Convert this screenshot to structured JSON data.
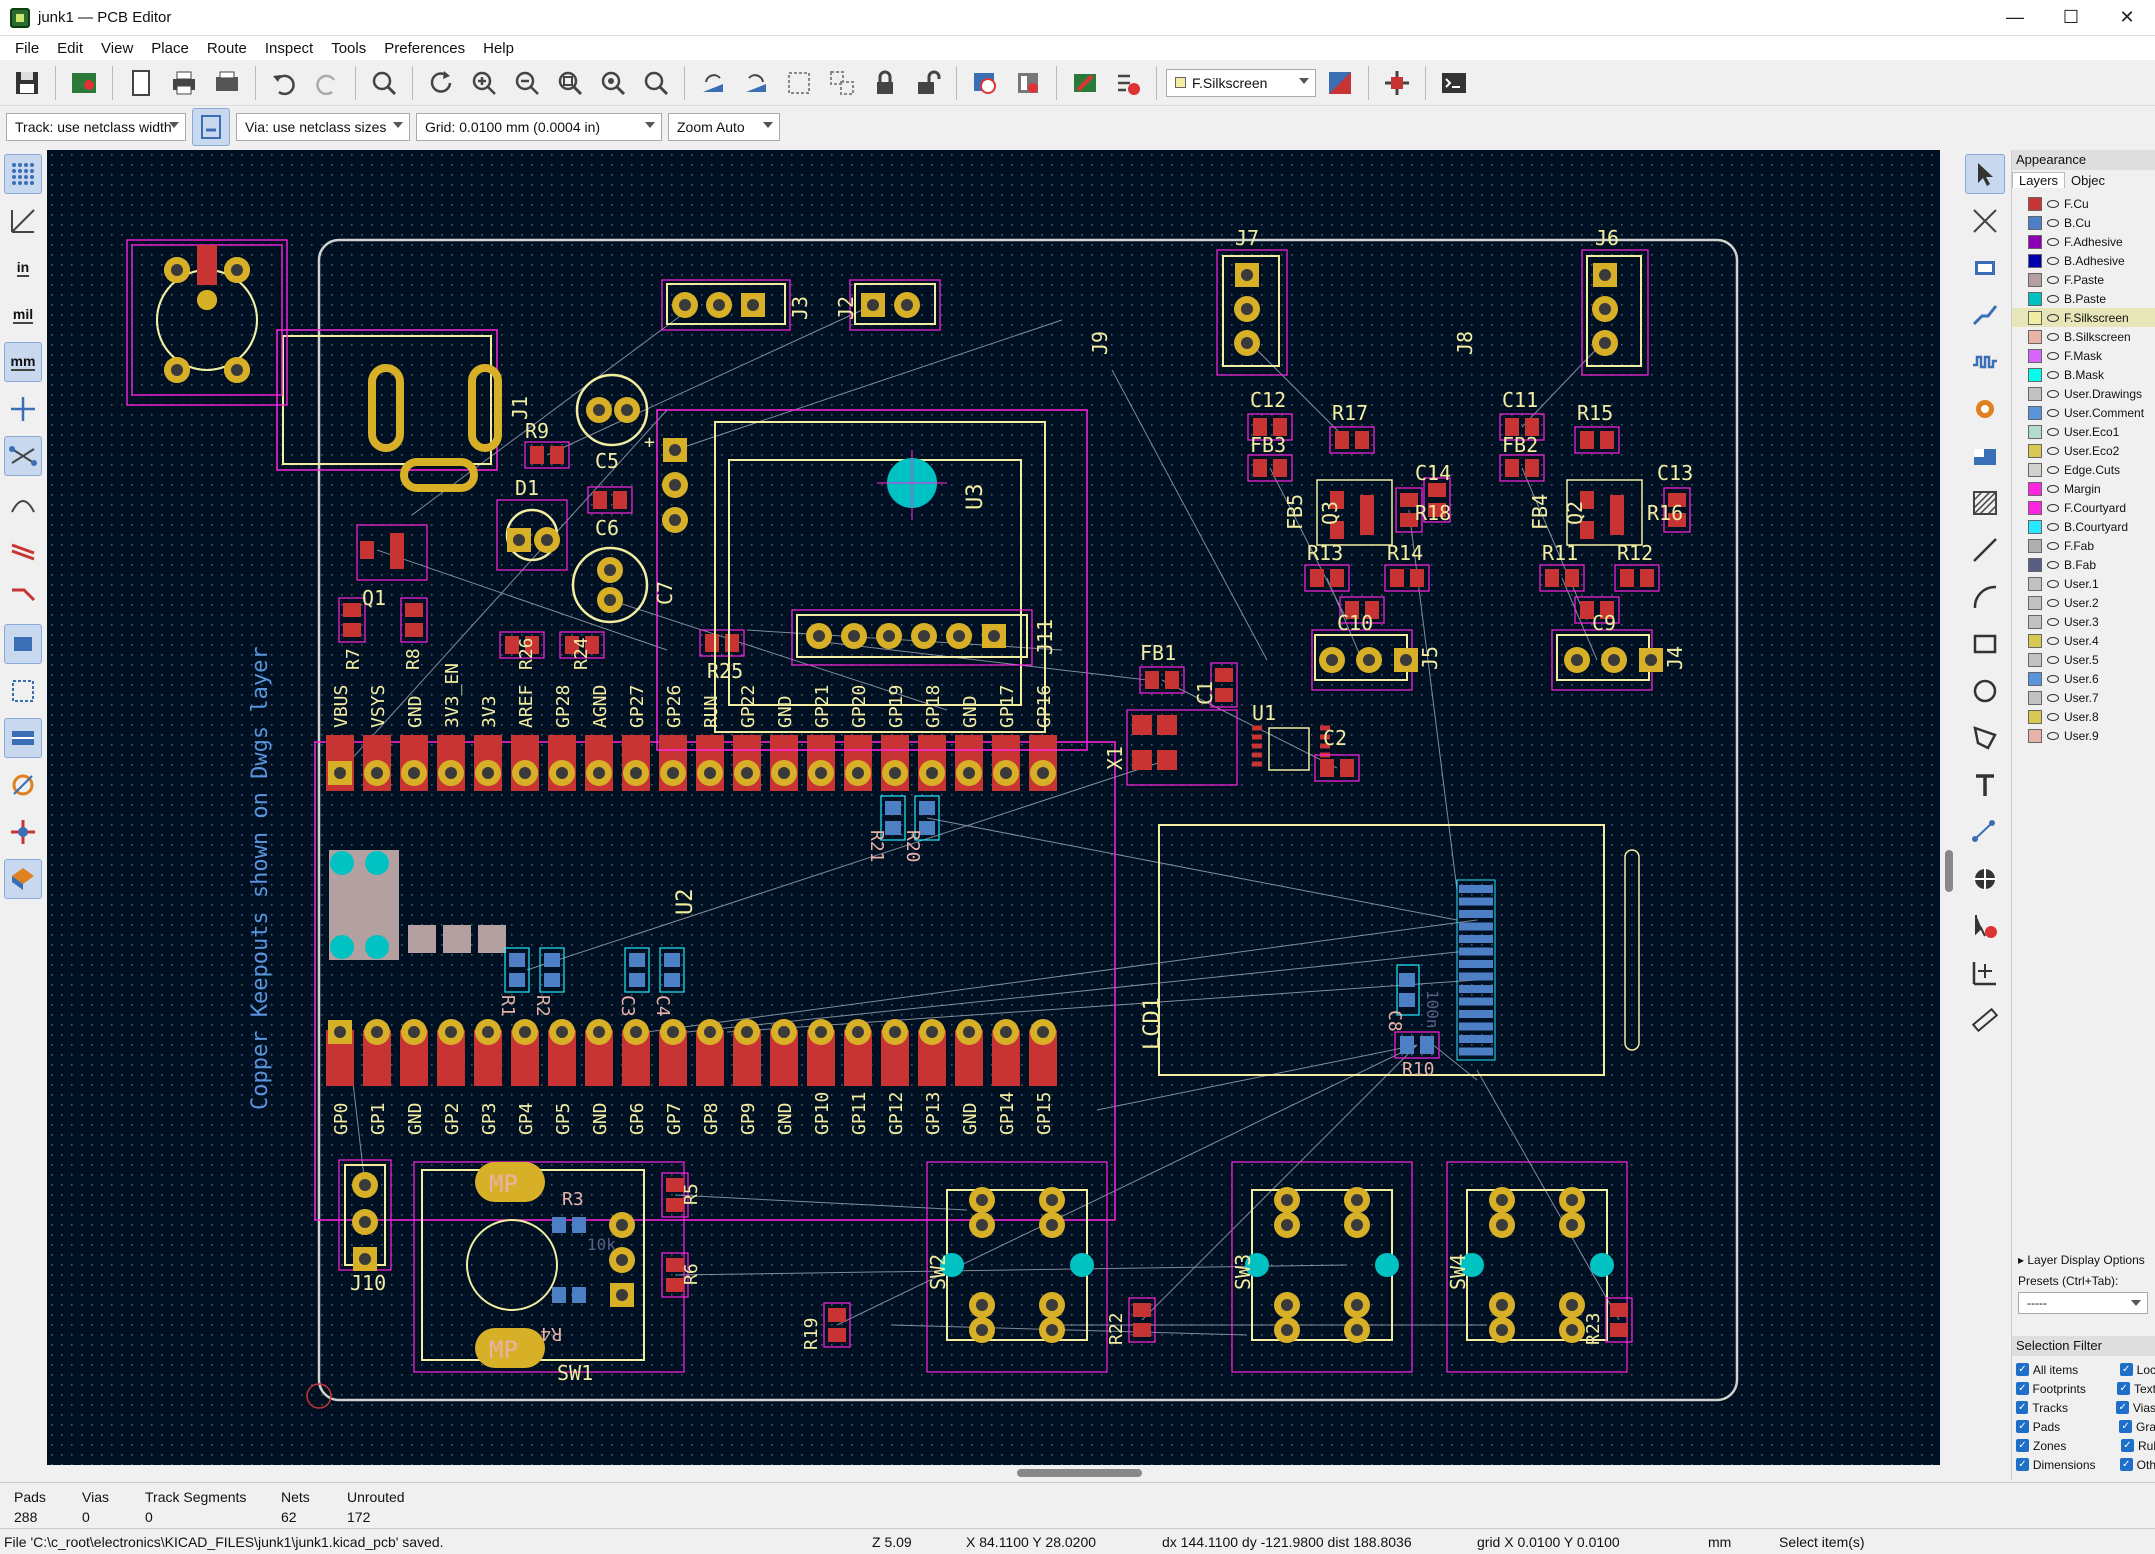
{
  "window": {
    "title": "junk1 — PCB Editor",
    "minimize": "—",
    "maximize": "☐",
    "close": "✕"
  },
  "menu": [
    "File",
    "Edit",
    "View",
    "Place",
    "Route",
    "Inspect",
    "Tools",
    "Preferences",
    "Help"
  ],
  "toolbar": {
    "layer_select": "F.Silkscreen",
    "track": "Track: use netclass width",
    "via": "Via: use netclass sizes",
    "grid": "Grid: 0.0100 mm (0.0004 in)",
    "zoom": "Zoom Auto"
  },
  "left_toolbar": {
    "unit_in": "in",
    "unit_mil": "mil",
    "unit_mm": "mm"
  },
  "board": {
    "keepout_note": "Copper Keepouts shown on Dwgs layer",
    "refdes": [
      "J3",
      "J2",
      "J9",
      "J7",
      "J8",
      "J6",
      "J1",
      "R9",
      "C5",
      "U3",
      "D1",
      "C6",
      "C7",
      "Q1",
      "R7",
      "R8",
      "R26",
      "R24",
      "R25",
      "J11",
      "C12",
      "FB3",
      "R17",
      "C11",
      "FB2",
      "R15",
      "C14",
      "C13",
      "FB5",
      "Q3",
      "R18",
      "FB4",
      "Q2",
      "R16",
      "R13",
      "R14",
      "R11",
      "R12",
      "C10",
      "J5",
      "C9",
      "J4",
      "FB1",
      "C1",
      "U1",
      "X1",
      "C2",
      "U2",
      "R1",
      "R2",
      "R3",
      "C3",
      "C4",
      "LCD1",
      "C8",
      "R10",
      "R4",
      "R5",
      "R6",
      "J10",
      "SW1",
      "SW2",
      "SW3",
      "SW4",
      "R19",
      "R22",
      "R23",
      "R20",
      "R21"
    ],
    "pin_top": [
      "VBUS",
      "VSYS",
      "GND",
      "3V3_EN",
      "3V3",
      "AREF",
      "GP28",
      "AGND",
      "GP27",
      "GP26",
      "RUN",
      "GP22",
      "GND",
      "GP21",
      "GP20",
      "GP19",
      "GP18",
      "GND",
      "GP17",
      "GP16"
    ],
    "pin_bottom": [
      "GP0",
      "GP1",
      "GND",
      "GP2",
      "GP3",
      "GP4",
      "GP5",
      "GND",
      "GP6",
      "GP7",
      "GP8",
      "GP9",
      "GND",
      "GP10",
      "GP11",
      "GP12",
      "GP13",
      "GND",
      "GP14",
      "GP15"
    ],
    "mp": "MP",
    "values": [
      "10k",
      "100n"
    ]
  },
  "appearance": {
    "title": "Appearance",
    "tab_layers": "Layers",
    "tab_objects": "Objec",
    "layers": [
      {
        "name": "F.Cu",
        "color": "#c83434"
      },
      {
        "name": "B.Cu",
        "color": "#4d7fc4"
      },
      {
        "name": "F.Adhesive",
        "color": "#8e00b4"
      },
      {
        "name": "B.Adhesive",
        "color": "#0000ad"
      },
      {
        "name": "F.Paste",
        "color": "#b4a0a0"
      },
      {
        "name": "B.Paste",
        "color": "#00c2c2"
      },
      {
        "name": "F.Silkscreen",
        "color": "#f2ed a1"
      },
      {
        "name": "B.Silkscreen",
        "color": "#e8b2a7"
      },
      {
        "name": "F.Mask",
        "color": "#d864ff"
      },
      {
        "name": "B.Mask",
        "color": "#02ffee"
      },
      {
        "name": "User.Drawings",
        "color": "#c2c2c2"
      },
      {
        "name": "User.Comment",
        "color": "#5994dc"
      },
      {
        "name": "User.Eco1",
        "color": "#b4dbd2"
      },
      {
        "name": "User.Eco2",
        "color": "#d8c852"
      },
      {
        "name": "Edge.Cuts",
        "color": "#d0d2cd"
      },
      {
        "name": "Margin",
        "color": "#ff26e2"
      },
      {
        "name": "F.Courtyard",
        "color": "#ff26e2"
      },
      {
        "name": "B.Courtyard",
        "color": "#26e9ff"
      },
      {
        "name": "F.Fab",
        "color": "#afafaf"
      },
      {
        "name": "B.Fab",
        "color": "#585d84"
      },
      {
        "name": "User.1",
        "color": "#c2c2c2"
      },
      {
        "name": "User.2",
        "color": "#c2c2c2"
      },
      {
        "name": "User.3",
        "color": "#c2c2c2"
      },
      {
        "name": "User.4",
        "color": "#d8c852"
      },
      {
        "name": "User.5",
        "color": "#c2c2c2"
      },
      {
        "name": "User.6",
        "color": "#5994dc"
      },
      {
        "name": "User.7",
        "color": "#c2c2c2"
      },
      {
        "name": "User.8",
        "color": "#d8c852"
      },
      {
        "name": "User.9",
        "color": "#e8b2a7"
      }
    ],
    "layer_display_options": "Layer Display Options",
    "presets_label": "Presets (Ctrl+Tab):",
    "presets_value": "-----"
  },
  "selection_filter": {
    "title": "Selection Filter",
    "left": [
      "All items",
      "Footprints",
      "Tracks",
      "Pads",
      "Zones",
      "Dimensions"
    ],
    "right": [
      "Loc",
      "Text",
      "Vias",
      "Gra",
      "Rul",
      "Oth"
    ]
  },
  "stats": {
    "pads_label": "Pads",
    "pads": "288",
    "vias_label": "Vias",
    "vias": "0",
    "tracks_label": "Track Segments",
    "tracks": "0",
    "nets_label": "Nets",
    "nets": "62",
    "unrouted_label": "Unrouted",
    "unrouted": "172"
  },
  "statusbar": {
    "message": "File 'C:\\c_root\\electronics\\KICAD_FILES\\junk1\\junk1.kicad_pcb' saved.",
    "zoom": "Z 5.09",
    "xy": "X 84.1100  Y 28.0200",
    "delta": "dx 144.1100  dy -121.9800  dist 188.8036",
    "grid": "grid X 0.0100  Y 0.0100",
    "units": "mm",
    "mode": "Select item(s)"
  }
}
